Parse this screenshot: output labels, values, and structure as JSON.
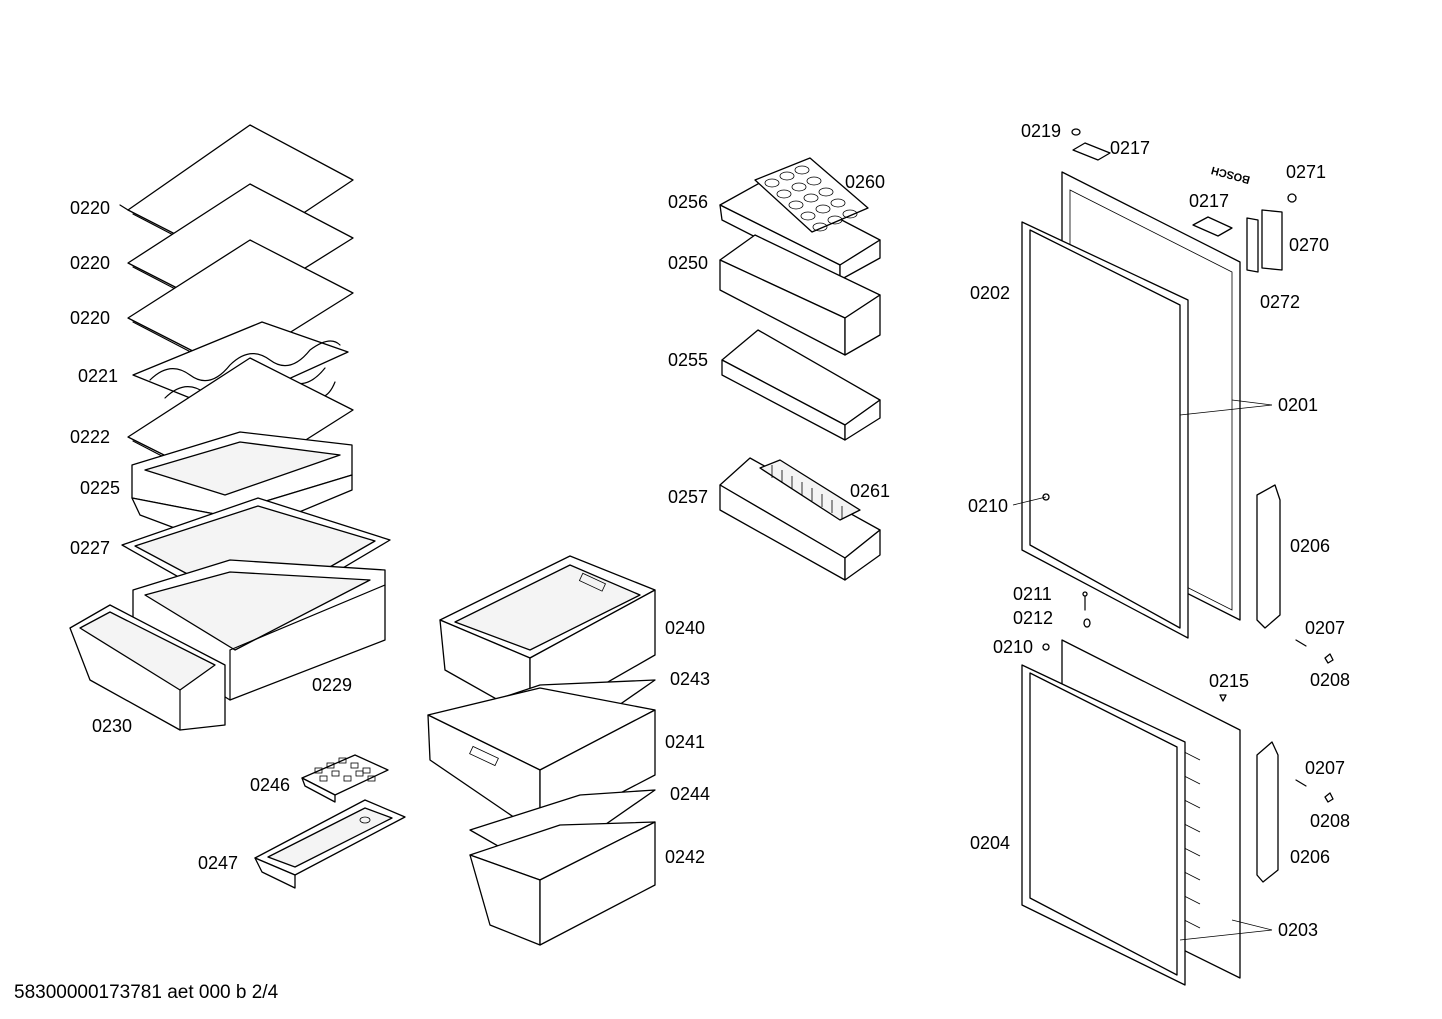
{
  "labels": {
    "p0220a": "0220",
    "p0220b": "0220",
    "p0220c": "0220",
    "p0221": "0221",
    "p0222": "0222",
    "p0225": "0225",
    "p0227": "0227",
    "p0229": "0229",
    "p0230": "0230",
    "p0246": "0246",
    "p0247": "0247",
    "p0240": "0240",
    "p0243": "0243",
    "p0241": "0241",
    "p0244": "0244",
    "p0242": "0242",
    "p0256": "0256",
    "p0260": "0260",
    "p0250": "0250",
    "p0255": "0255",
    "p0257": "0257",
    "p0261": "0261",
    "p0219": "0219",
    "p0217a": "0217",
    "p0217b": "0217",
    "p0271": "0271",
    "p0270": "0270",
    "p0272": "0272",
    "p0202": "0202",
    "p0201": "0201",
    "p0210a": "0210",
    "p0206a": "0206",
    "p0211": "0211",
    "p0212": "0212",
    "p0210b": "0210",
    "p0207a": "0207",
    "p0208a": "0208",
    "p0215": "0215",
    "p0207b": "0207",
    "p0208b": "0208",
    "p0204": "0204",
    "p0206b": "0206",
    "p0203": "0203"
  },
  "brand_marking": "BOSCH",
  "footer": "58300000173781 aet 000 b 2/4"
}
